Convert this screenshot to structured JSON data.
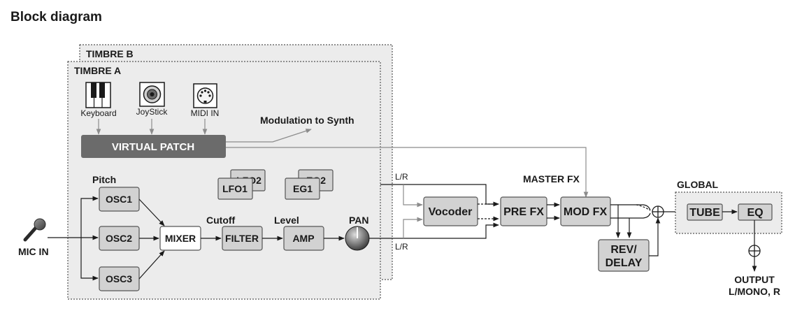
{
  "title": "Block diagram",
  "timbre_b": "TIMBRE B",
  "timbre_a": "TIMBRE A",
  "inputs": {
    "keyboard": "Keyboard",
    "joystick": "JoyStick",
    "midi_in": "MIDI IN"
  },
  "virtual_patch": "VIRTUAL PATCH",
  "modulation": "Modulation to Synth",
  "pitch": "Pitch",
  "cutoff": "Cutoff",
  "level": "Level",
  "pan": "PAN",
  "osc1": "OSC1",
  "osc2": "OSC2",
  "osc3": "OSC3",
  "mixer": "MIXER",
  "filter": "FILTER",
  "amp": "AMP",
  "lfo1": "LFO1",
  "lfo2": "LFO2",
  "eg1": "EG1",
  "eg2": "EG2",
  "mic_in": "MIC IN",
  "lr_top": "L/R",
  "lr_bottom": "L/R",
  "vocoder": "Vocoder",
  "master_fx": "MASTER FX",
  "pre_fx": "PRE FX",
  "mod_fx": "MOD FX",
  "rev_delay_1": "REV/",
  "rev_delay_2": "DELAY",
  "global": "GLOBAL",
  "tube": "TUBE",
  "eq": "EQ",
  "output_1": "OUTPUT",
  "output_2": "L/MONO, R",
  "colors": {
    "block_fill": "#d2d2d2",
    "panel_fill": "#ececec",
    "patch_fill": "#6b6b6b",
    "wire": "#1a1a1a",
    "mod_wire": "#8c8c8c"
  }
}
